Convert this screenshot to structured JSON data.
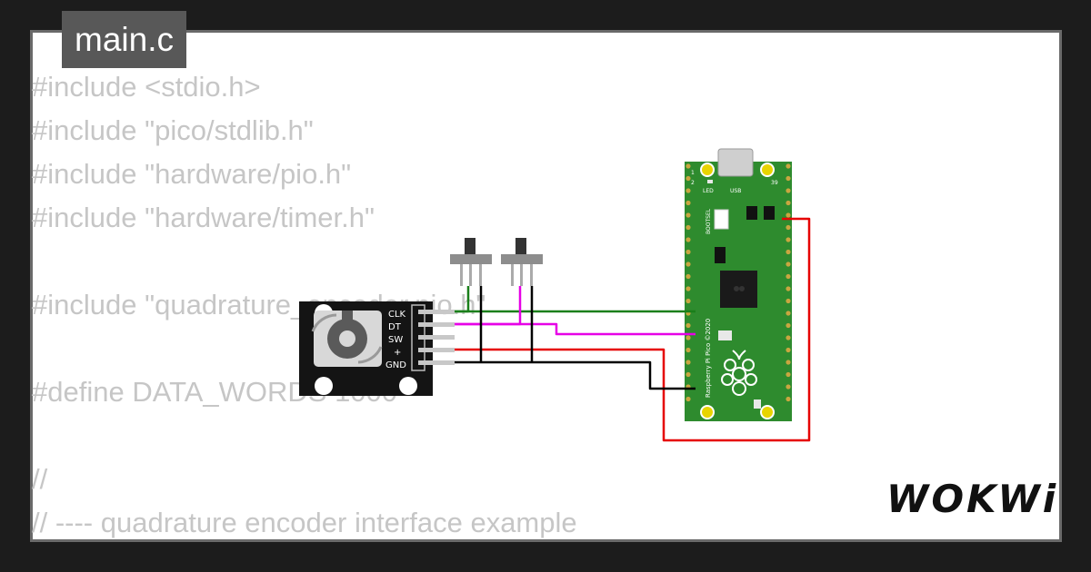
{
  "tab": {
    "filename": "main.c"
  },
  "code_lines": [
    "#include <stdio.h>",
    "#include \"pico/stdlib.h\"",
    "#include \"hardware/pio.h\"",
    "#include \"hardware/timer.h\"",
    "",
    "#include \"quadrature_encoder.pio.h\"",
    "",
    "#define DATA_WORDS 1000",
    "",
    "//",
    "// ---- quadrature encoder interface example"
  ],
  "encoder": {
    "pins": [
      "CLK",
      "DT",
      "SW",
      "+",
      "GND"
    ]
  },
  "pico": {
    "board_label": "Raspberry Pi Pico ©2020",
    "led_label": "LED",
    "usb_label": "USB",
    "bootsel_label": "BOOTSEL",
    "pin_left_top": "1",
    "pin_left_second": "2",
    "pin_right_top": "39"
  },
  "brand": {
    "name": "WOKWi"
  },
  "colors": {
    "wire_green": "#1a7f1a",
    "wire_magenta": "#e600e6",
    "wire_red": "#e60000",
    "wire_black": "#000000",
    "board_green": "#2e8b2e"
  }
}
